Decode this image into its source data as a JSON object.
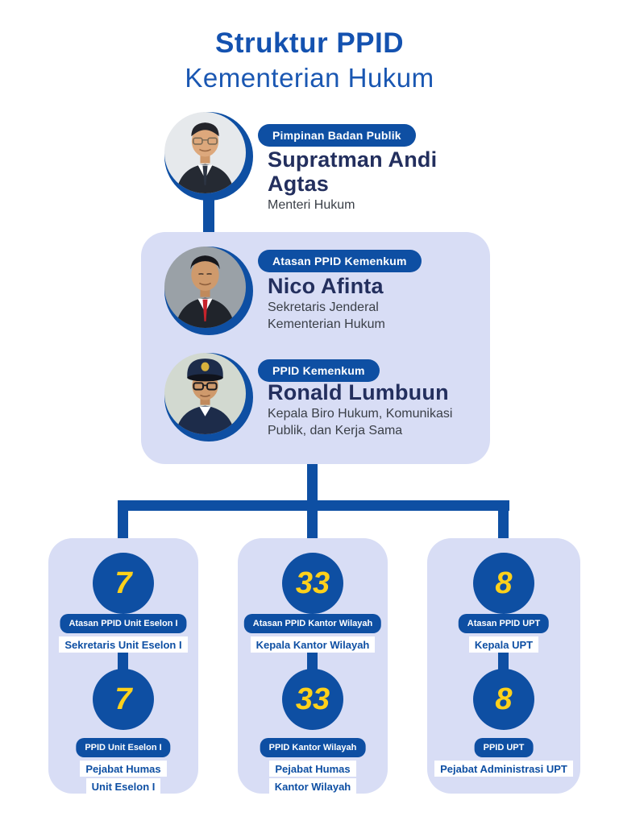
{
  "page": {
    "title_line1": "Struktur PPID",
    "title_line2": "Kementerian Hukum"
  },
  "colors": {
    "primary_blue": "#0e4fa3",
    "title_blue": "#1452b0",
    "lavender_box": "#d8ddf5",
    "accent_yellow": "#ffd11a",
    "name_navy": "#232f5e"
  },
  "leaders": [
    {
      "badge": "Pimpinan Badan Publik",
      "name": "Supratman Andi Agtas",
      "title": "Menteri Hukum",
      "photo_icon": "supratman-photo"
    },
    {
      "badge": "Atasan PPID Kemenkum",
      "name": "Nico Afinta",
      "title": "Sekretaris Jenderal Kementerian Hukum",
      "photo_icon": "nico-photo"
    },
    {
      "badge": "PPID Kemenkum",
      "name": "Ronald Lumbuun",
      "title": "Kepala Biro Hukum, Komunikasi Publik, dan Kerja Sama",
      "photo_icon": "ronald-photo"
    }
  ],
  "columns": [
    {
      "top": {
        "count": "7",
        "badge": "Atasan PPID Unit Eselon I",
        "label_lines": [
          "Sekretaris Unit Eselon I"
        ]
      },
      "bottom": {
        "count": "7",
        "badge": "PPID Unit Eselon I",
        "label_lines": [
          "Pejabat Humas",
          "Unit Eselon I"
        ]
      }
    },
    {
      "top": {
        "count": "33",
        "badge": "Atasan PPID Kantor Wilayah",
        "label_lines": [
          "Kepala Kantor Wilayah"
        ]
      },
      "bottom": {
        "count": "33",
        "badge": "PPID Kantor Wilayah",
        "label_lines": [
          "Pejabat Humas",
          "Kantor Wilayah"
        ]
      }
    },
    {
      "top": {
        "count": "8",
        "badge": "Atasan PPID UPT",
        "label_lines": [
          "Kepala UPT"
        ]
      },
      "bottom": {
        "count": "8",
        "badge": "PPID UPT",
        "label_lines": [
          "Pejabat Administrasi UPT"
        ]
      }
    }
  ]
}
